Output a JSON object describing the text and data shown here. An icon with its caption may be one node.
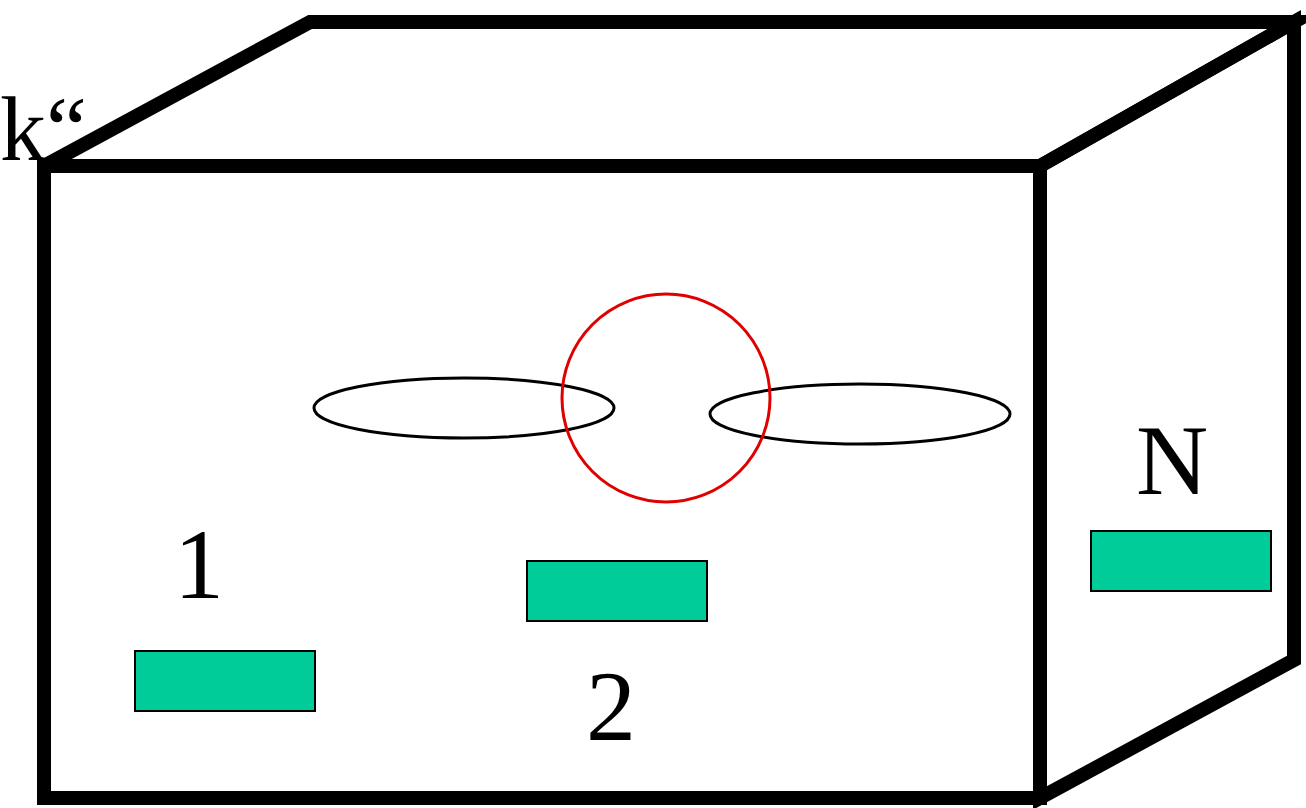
{
  "diagram": {
    "nodes": [
      {
        "text": [],
        "shape": "bar",
        "beside": [
          "1"
        ]
      },
      {
        "text": [],
        "shape": "bar",
        "beside": [
          "2"
        ]
      },
      {
        "text": [],
        "shape": "bar",
        "beside": [
          "N"
        ]
      }
    ],
    "labels": [
      "k“"
    ]
  }
}
